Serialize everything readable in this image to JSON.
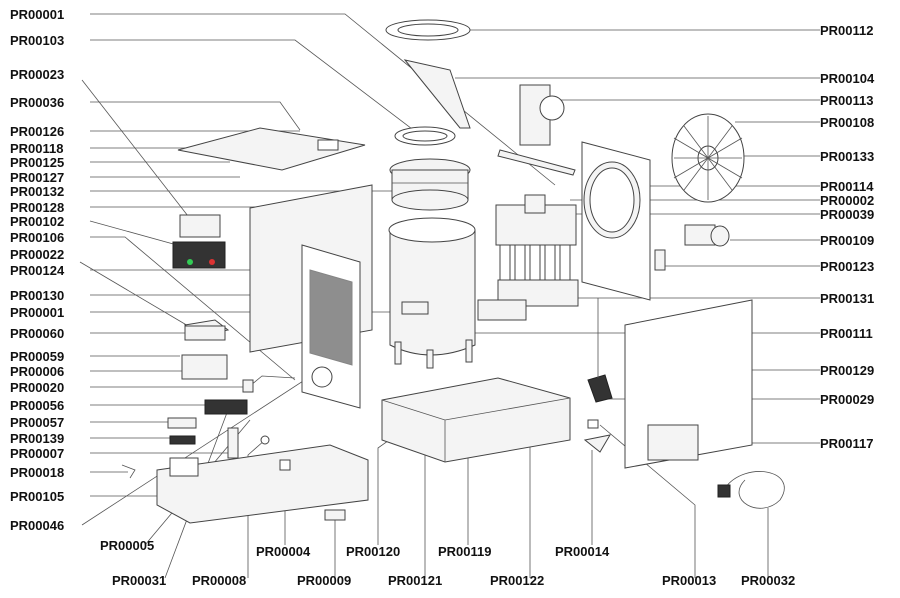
{
  "colors": {
    "label": "#111111",
    "leader": "#555555",
    "part_stroke": "#444444",
    "part_fill": "#f4f4f4"
  },
  "labels": {
    "l01": "PR00001",
    "l02": "PR00103",
    "l03": "PR00023",
    "l04": "PR00036",
    "l05": "PR00126",
    "l06": "PR00118",
    "l07": "PR00125",
    "l08": "PR00127",
    "l09": "PR00132",
    "l10": "PR00128",
    "l11": "PR00102",
    "l12": "PR00106",
    "l13": "PR00022",
    "l14": "PR00124",
    "l15": "PR00130",
    "l16": "PR00001",
    "l17": "PR00060",
    "l18": "PR00059",
    "l19": "PR00006",
    "l20": "PR00020",
    "l21": "PR00056",
    "l22": "PR00057",
    "l23": "PR00139",
    "l24": "PR00007",
    "l25": "PR00018",
    "l26": "PR00105",
    "l27": "PR00046",
    "r01": "PR00112",
    "r02": "PR00104",
    "r03": "PR00113",
    "r04": "PR00108",
    "r05": "PR00133",
    "r06": "PR00114",
    "r07": "PR00002",
    "r08": "PR00039",
    "r09": "PR00109",
    "r10": "PR00123",
    "r11": "PR00131",
    "r12": "PR00111",
    "r13": "PR00129",
    "r14": "PR00029",
    "r15": "PR00117",
    "b01": "PR00005",
    "b02": "PR00004",
    "b03": "PR00120",
    "b04": "PR00119",
    "b05": "PR00014",
    "b06": "PR00031",
    "b07": "PR00008",
    "b08": "PR00009",
    "b09": "PR00121",
    "b10": "PR00122",
    "b11": "PR00013",
    "b12": "PR00032"
  }
}
